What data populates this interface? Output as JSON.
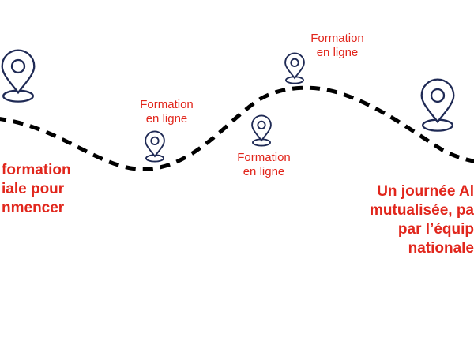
{
  "colors": {
    "accent": "#E1261C",
    "pin": "#1F2A55",
    "path": "#000000"
  },
  "pins": [
    {
      "icon": "map-pin-icon",
      "size": "large"
    },
    {
      "icon": "map-pin-icon",
      "size": "small"
    },
    {
      "icon": "map-pin-icon",
      "size": "small"
    },
    {
      "icon": "map-pin-icon",
      "size": "small"
    },
    {
      "icon": "map-pin-icon",
      "size": "large"
    }
  ],
  "labels": {
    "online_1": [
      "Formation",
      "en ligne"
    ],
    "online_2": [
      "Formation",
      "en ligne"
    ],
    "online_3": [
      "Formation",
      "en ligne"
    ],
    "start": [
      "formation",
      "iale pour",
      "nmencer"
    ],
    "end": [
      "Un journée Al",
      "mutualisée, pa",
      "par l’équip",
      "nationale"
    ]
  }
}
